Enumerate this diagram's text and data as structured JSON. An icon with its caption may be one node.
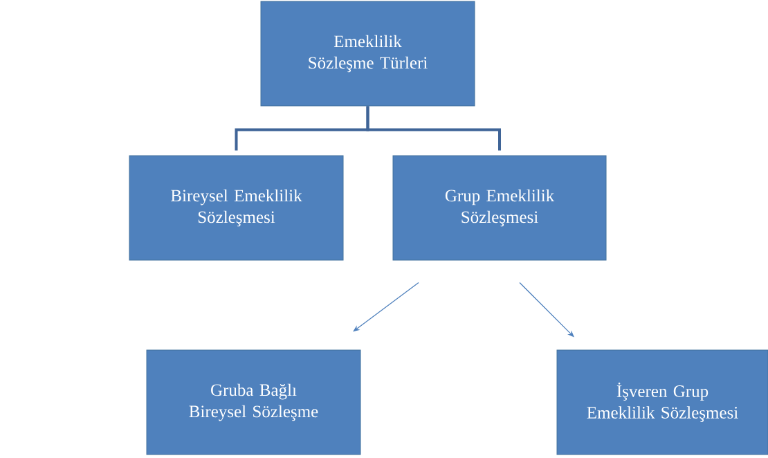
{
  "diagram": {
    "nodes": [
      {
        "text": [
          "Emeklilik Sözleşme Türleri"
        ]
      },
      {
        "text": [
          "Bireysel Emeklilik Sözleşmesi"
        ]
      },
      {
        "text": [
          "Grup Emeklilik Sözleşmesi"
        ]
      },
      {
        "text": [
          "Gruba Bağlı Bireysel Sözleşme"
        ]
      },
      {
        "text": [
          "İşveren Grup Emeklilik Sözleşmesi"
        ]
      }
    ],
    "edges": [
      {
        "from": 0,
        "to": 1,
        "arrow": "none",
        "style": "thick",
        "color": "#3f6497"
      },
      {
        "from": 0,
        "to": 2,
        "arrow": "none",
        "style": "thick",
        "color": "#3f6497"
      },
      {
        "from": 2,
        "to": 3,
        "arrow": "to"
      },
      {
        "from": 2,
        "to": 4,
        "arrow": "to"
      }
    ]
  }
}
